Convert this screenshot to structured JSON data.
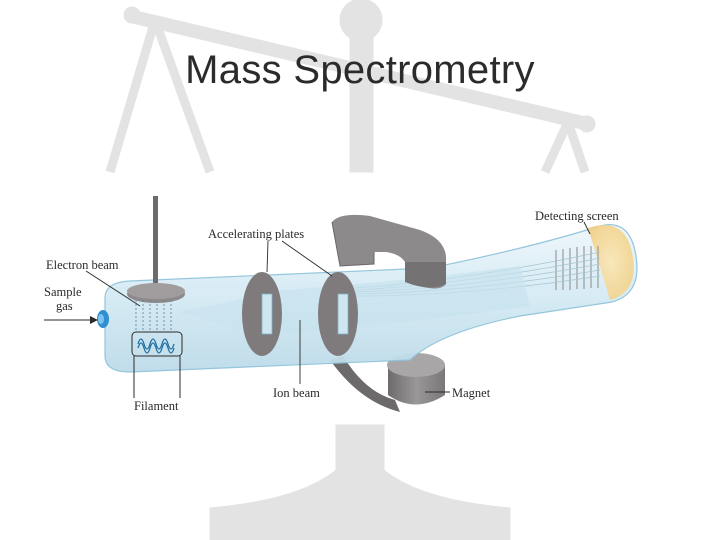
{
  "slide": {
    "title": "Mass Spectrometry"
  },
  "diagram": {
    "labels": {
      "electron_beam": "Electron beam",
      "sample_gas_line1": "Sample",
      "sample_gas_line2": "gas",
      "filament": "Filament",
      "accelerating_plates": "Accelerating plates",
      "ion_beam": "Ion beam",
      "magnet": "Magnet",
      "detecting_screen": "Detecting screen"
    },
    "colors": {
      "tube_fill": "#d8ecf5",
      "tube_stroke": "#8fc3db",
      "plate_fill": "#7f7b7c",
      "magnet_fill": "#8a8788",
      "coil": "#1f6fa3",
      "inlet": "#2f8fd0",
      "screen_glow": "#f6dca0",
      "background_scale": "#e2e2e2"
    }
  }
}
